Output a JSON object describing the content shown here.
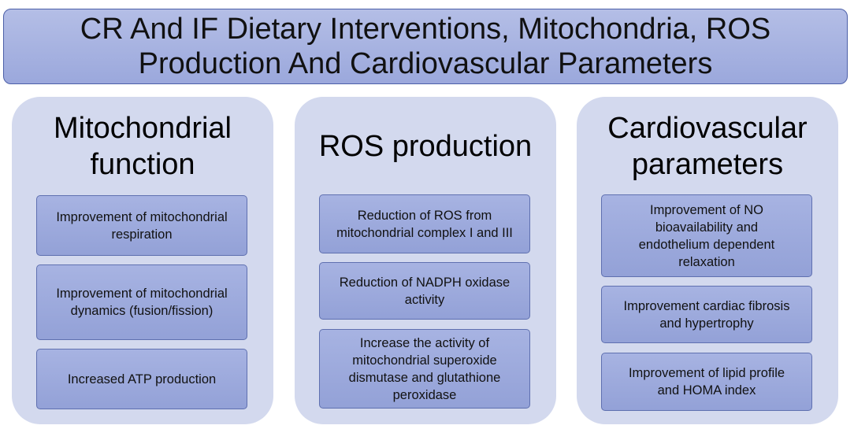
{
  "title": {
    "line1": "CR And IF Dietary Interventions, Mitochondria, ROS",
    "line2": "Production And Cardiovascular Parameters"
  },
  "columns": [
    {
      "title": "Mitochondrial function",
      "items": [
        "Improvement of mitochondrial respiration",
        "Improvement of mitochondrial dynamics (fusion/fission)",
        "Increased ATP production"
      ]
    },
    {
      "title": "ROS production",
      "items": [
        "Reduction of ROS from mitochondrial complex I and III",
        "Reduction of NADPH oxidase activity",
        "Increase the activity of mitochondrial superoxide dismutase  and glutathione peroxidase"
      ]
    },
    {
      "title": "Cardiovascular parameters",
      "items": [
        "Improvement of NO bioavailability and endothelium dependent relaxation",
        "Improvement cardiac fibrosis and hypertrophy",
        "Improvement of lipid profile and HOMA index"
      ]
    }
  ]
}
